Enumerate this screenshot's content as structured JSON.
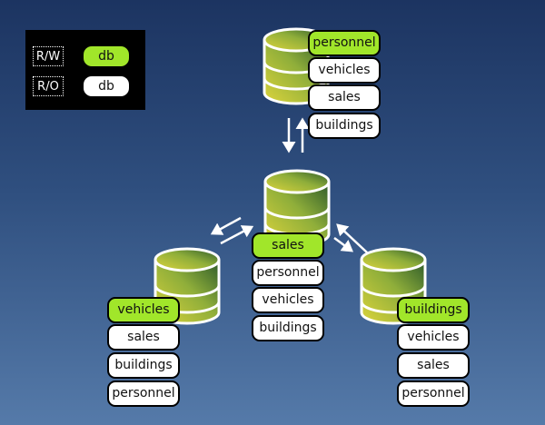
{
  "colors": {
    "rw_fill": "#a1e62a",
    "ro_fill": "#ffffff",
    "legend_bg": "#000000",
    "db_light": "#d8d23a",
    "db_dark": "#2f5f2c"
  },
  "legend": {
    "rw_label": "R/W",
    "rw_pill": "db",
    "ro_label": "R/O",
    "ro_pill": "db"
  },
  "nodes": {
    "top": {
      "tables": [
        "personnel",
        "vehicles",
        "sales",
        "buildings"
      ]
    },
    "center": {
      "tables": [
        "sales",
        "personnel",
        "vehicles",
        "buildings"
      ]
    },
    "left": {
      "tables": [
        "vehicles",
        "sales",
        "buildings",
        "personnel"
      ]
    },
    "right": {
      "tables": [
        "buildings",
        "vehicles",
        "sales",
        "personnel"
      ]
    }
  }
}
